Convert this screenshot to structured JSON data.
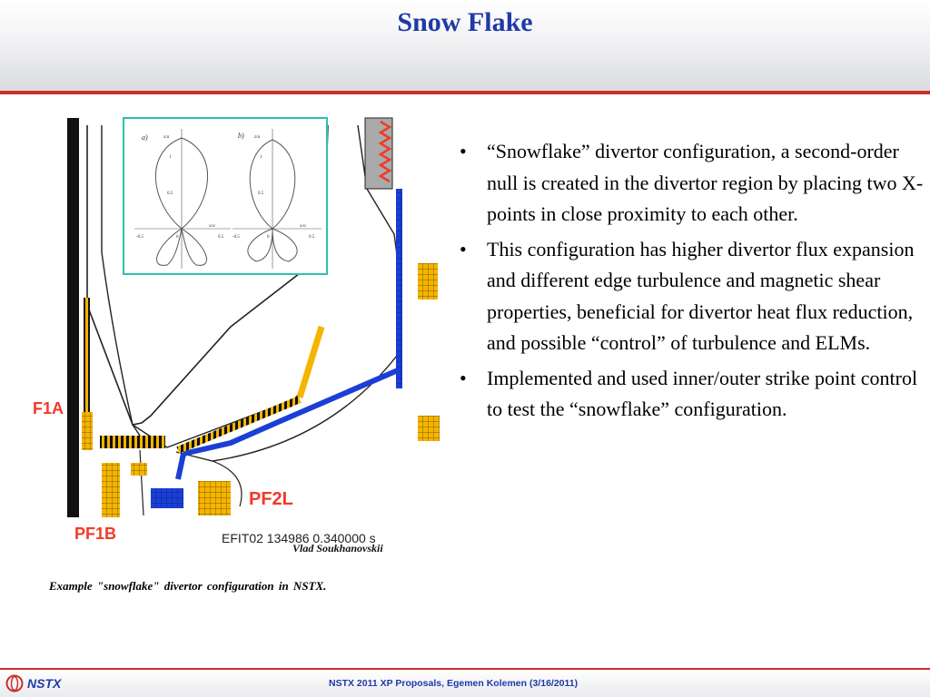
{
  "slide": {
    "title": "Snow Flake",
    "colors": {
      "title": "#1f3aa8",
      "accent_rule": "#c9302c",
      "coil_blue": "#1b3fd6",
      "coil_yellow": "#f5b400",
      "inset_border": "#2bc1b0",
      "coil_label_red": "#f03a2a"
    }
  },
  "figure": {
    "credit": "Vlad Soukhanovskii",
    "caption": "Example  \"snowflake\" divertor  configuration  in  NSTX.",
    "coil_labels": {
      "pf1a": "F1A",
      "pf2l": "PF2L",
      "pf1b": "PF1B"
    },
    "efit_label": "EFIT02  134986  0.340000  s",
    "inset": {
      "panel_a_label": "a)",
      "panel_b_label": "b)",
      "axis_label_za": "z/a",
      "axis_label_xa": "x/a",
      "tick_1": "1",
      "tick_05": "0.5",
      "tick_neg05": "-0.5",
      "tick_0": "0",
      "tick_pos05": "0.5"
    }
  },
  "bullets": [
    {
      "marker": "•",
      "text": "“Snowflake”  divertor configuration,  a  second-order  null is  created  in  the  divertor  region  by  placing  two  X-points  in  close proximity  to  each  other."
    },
    {
      "marker": "•",
      "text": "This configuration has higher  divertor  flux expansion and different edge turbulence and magnetic shear properties, beneficial  for  divertor  heat  flux reduction,  and  possible  “control”  of  turbulence  and ELMs."
    },
    {
      "marker": "•",
      "text": "Implemented and  used inner/outer strike point control to test the  “snowflake” configuration."
    }
  ],
  "footer": {
    "logo_text": "NSTX",
    "text": "NSTX 2011 XP Proposals,  Egemen Kolemen (3/16/2011)"
  }
}
